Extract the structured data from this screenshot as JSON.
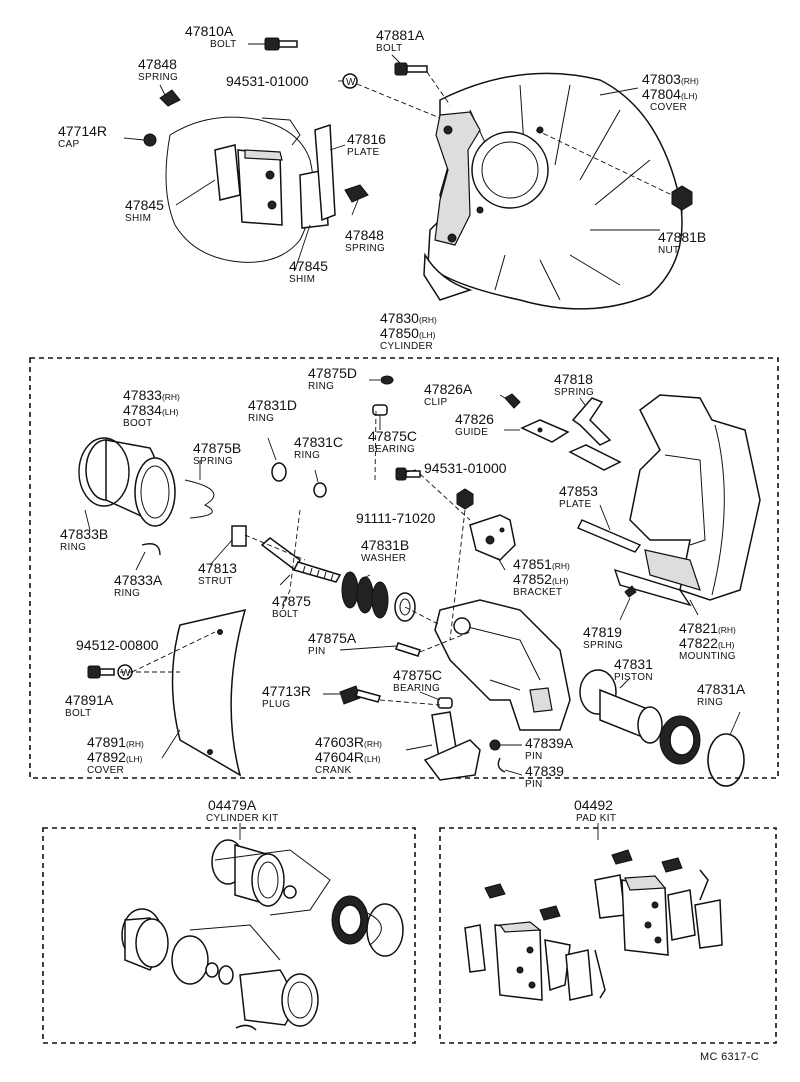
{
  "labels": {
    "bolt_47810A": {
      "number": "47810A",
      "name": "BOLT"
    },
    "bolt_47881A": {
      "number": "47881A",
      "name": "BOLT"
    },
    "spring_47848_top": {
      "number": "47848",
      "name": "SPRING"
    },
    "washer_94531_top": {
      "number": "94531-01000"
    },
    "cover_47803": {
      "number": "47803",
      "number_suffix": "(RH)",
      "number2": "47804",
      "number2_suffix": "(LH)",
      "name": "COVER"
    },
    "cap_47714R": {
      "number": "47714R",
      "name": "CAP"
    },
    "plate_47816": {
      "number": "47816",
      "name": "PLATE"
    },
    "shim_47845_left": {
      "number": "47845",
      "name": "SHIM"
    },
    "spring_47848_right": {
      "number": "47848",
      "name": "SPRING"
    },
    "shim_47845_bottom": {
      "number": "47845",
      "name": "SHIM"
    },
    "nut_47881B": {
      "number": "47881B",
      "name": "NUT"
    },
    "cylinder_47830": {
      "number": "47830",
      "number_suffix": "(RH)",
      "number2": "47850",
      "number2_suffix": "(LH)",
      "name": "CYLINDER"
    },
    "ring_47875D": {
      "number": "47875D",
      "name": "RING"
    },
    "clip_47826A": {
      "number": "47826A",
      "name": "CLIP"
    },
    "spring_47818": {
      "number": "47818",
      "name": "SPRING"
    },
    "boot_47833": {
      "number": "47833",
      "number_suffix": "(RH)",
      "number2": "47834",
      "number2_suffix": "(LH)",
      "name": "BOOT"
    },
    "ring_47831D": {
      "number": "47831D",
      "name": "RING"
    },
    "bearing_47875C_top": {
      "number": "47875C",
      "name": "BEARING"
    },
    "guide_47826": {
      "number": "47826",
      "name": "GUIDE"
    },
    "spring_47875B": {
      "number": "47875B",
      "name": "SPRING"
    },
    "ring_47831C": {
      "number": "47831C",
      "name": "RING"
    },
    "washer_94531_mid": {
      "number": "94531-01000"
    },
    "bolt_91111": {
      "number": "91111-71020"
    },
    "plate_47853": {
      "number": "47853",
      "name": "PLATE"
    },
    "ring_47833B": {
      "number": "47833B",
      "name": "RING"
    },
    "washer_47831B": {
      "number": "47831B",
      "name": "WASHER"
    },
    "bracket_47851": {
      "number": "47851",
      "number_suffix": "(RH)",
      "number2": "47852",
      "number2_suffix": "(LH)",
      "name": "BRACKET"
    },
    "strut_47813": {
      "number": "47813",
      "name": "STRUT"
    },
    "ring_47833A": {
      "number": "47833A",
      "name": "RING"
    },
    "bolt_47875": {
      "number": "47875",
      "name": "BOLT"
    },
    "washer_94512": {
      "number": "94512-00800"
    },
    "spring_47819": {
      "number": "47819",
      "name": "SPRING"
    },
    "mounting_47821": {
      "number": "47821",
      "number_suffix": "(RH)",
      "number2": "47822",
      "number2_suffix": "(LH)",
      "name": "MOUNTING"
    },
    "pin_47875A": {
      "number": "47875A",
      "name": "PIN"
    },
    "piston_47831": {
      "number": "47831",
      "name": "PISTON"
    },
    "bearing_47875C_bottom": {
      "number": "47875C",
      "name": "BEARING"
    },
    "bolt_47891A": {
      "number": "47891A",
      "name": "BOLT"
    },
    "plug_47713R": {
      "number": "47713R",
      "name": "PLUG"
    },
    "ring_47831A": {
      "number": "47831A",
      "name": "RING"
    },
    "crank_47603R": {
      "number": "47603R",
      "number_suffix": "(RH)",
      "number2": "47604R",
      "number2_suffix": "(LH)",
      "name": "CRANK"
    },
    "pin_47839A": {
      "number": "47839A",
      "name": "PIN"
    },
    "pin_47839": {
      "number": "47839",
      "name": "PIN"
    },
    "cover_47891": {
      "number": "47891",
      "number_suffix": "(RH)",
      "number2": "47892",
      "number2_suffix": "(LH)",
      "name": "COVER"
    },
    "cylinder_kit_04479A": {
      "number": "04479A",
      "name": "CYLINDER KIT"
    },
    "pad_kit_04492": {
      "number": "04492",
      "name": "PAD KIT"
    }
  },
  "washer_marks": {
    "mark": "W"
  },
  "footer": {
    "code": "MC 6317-C"
  }
}
